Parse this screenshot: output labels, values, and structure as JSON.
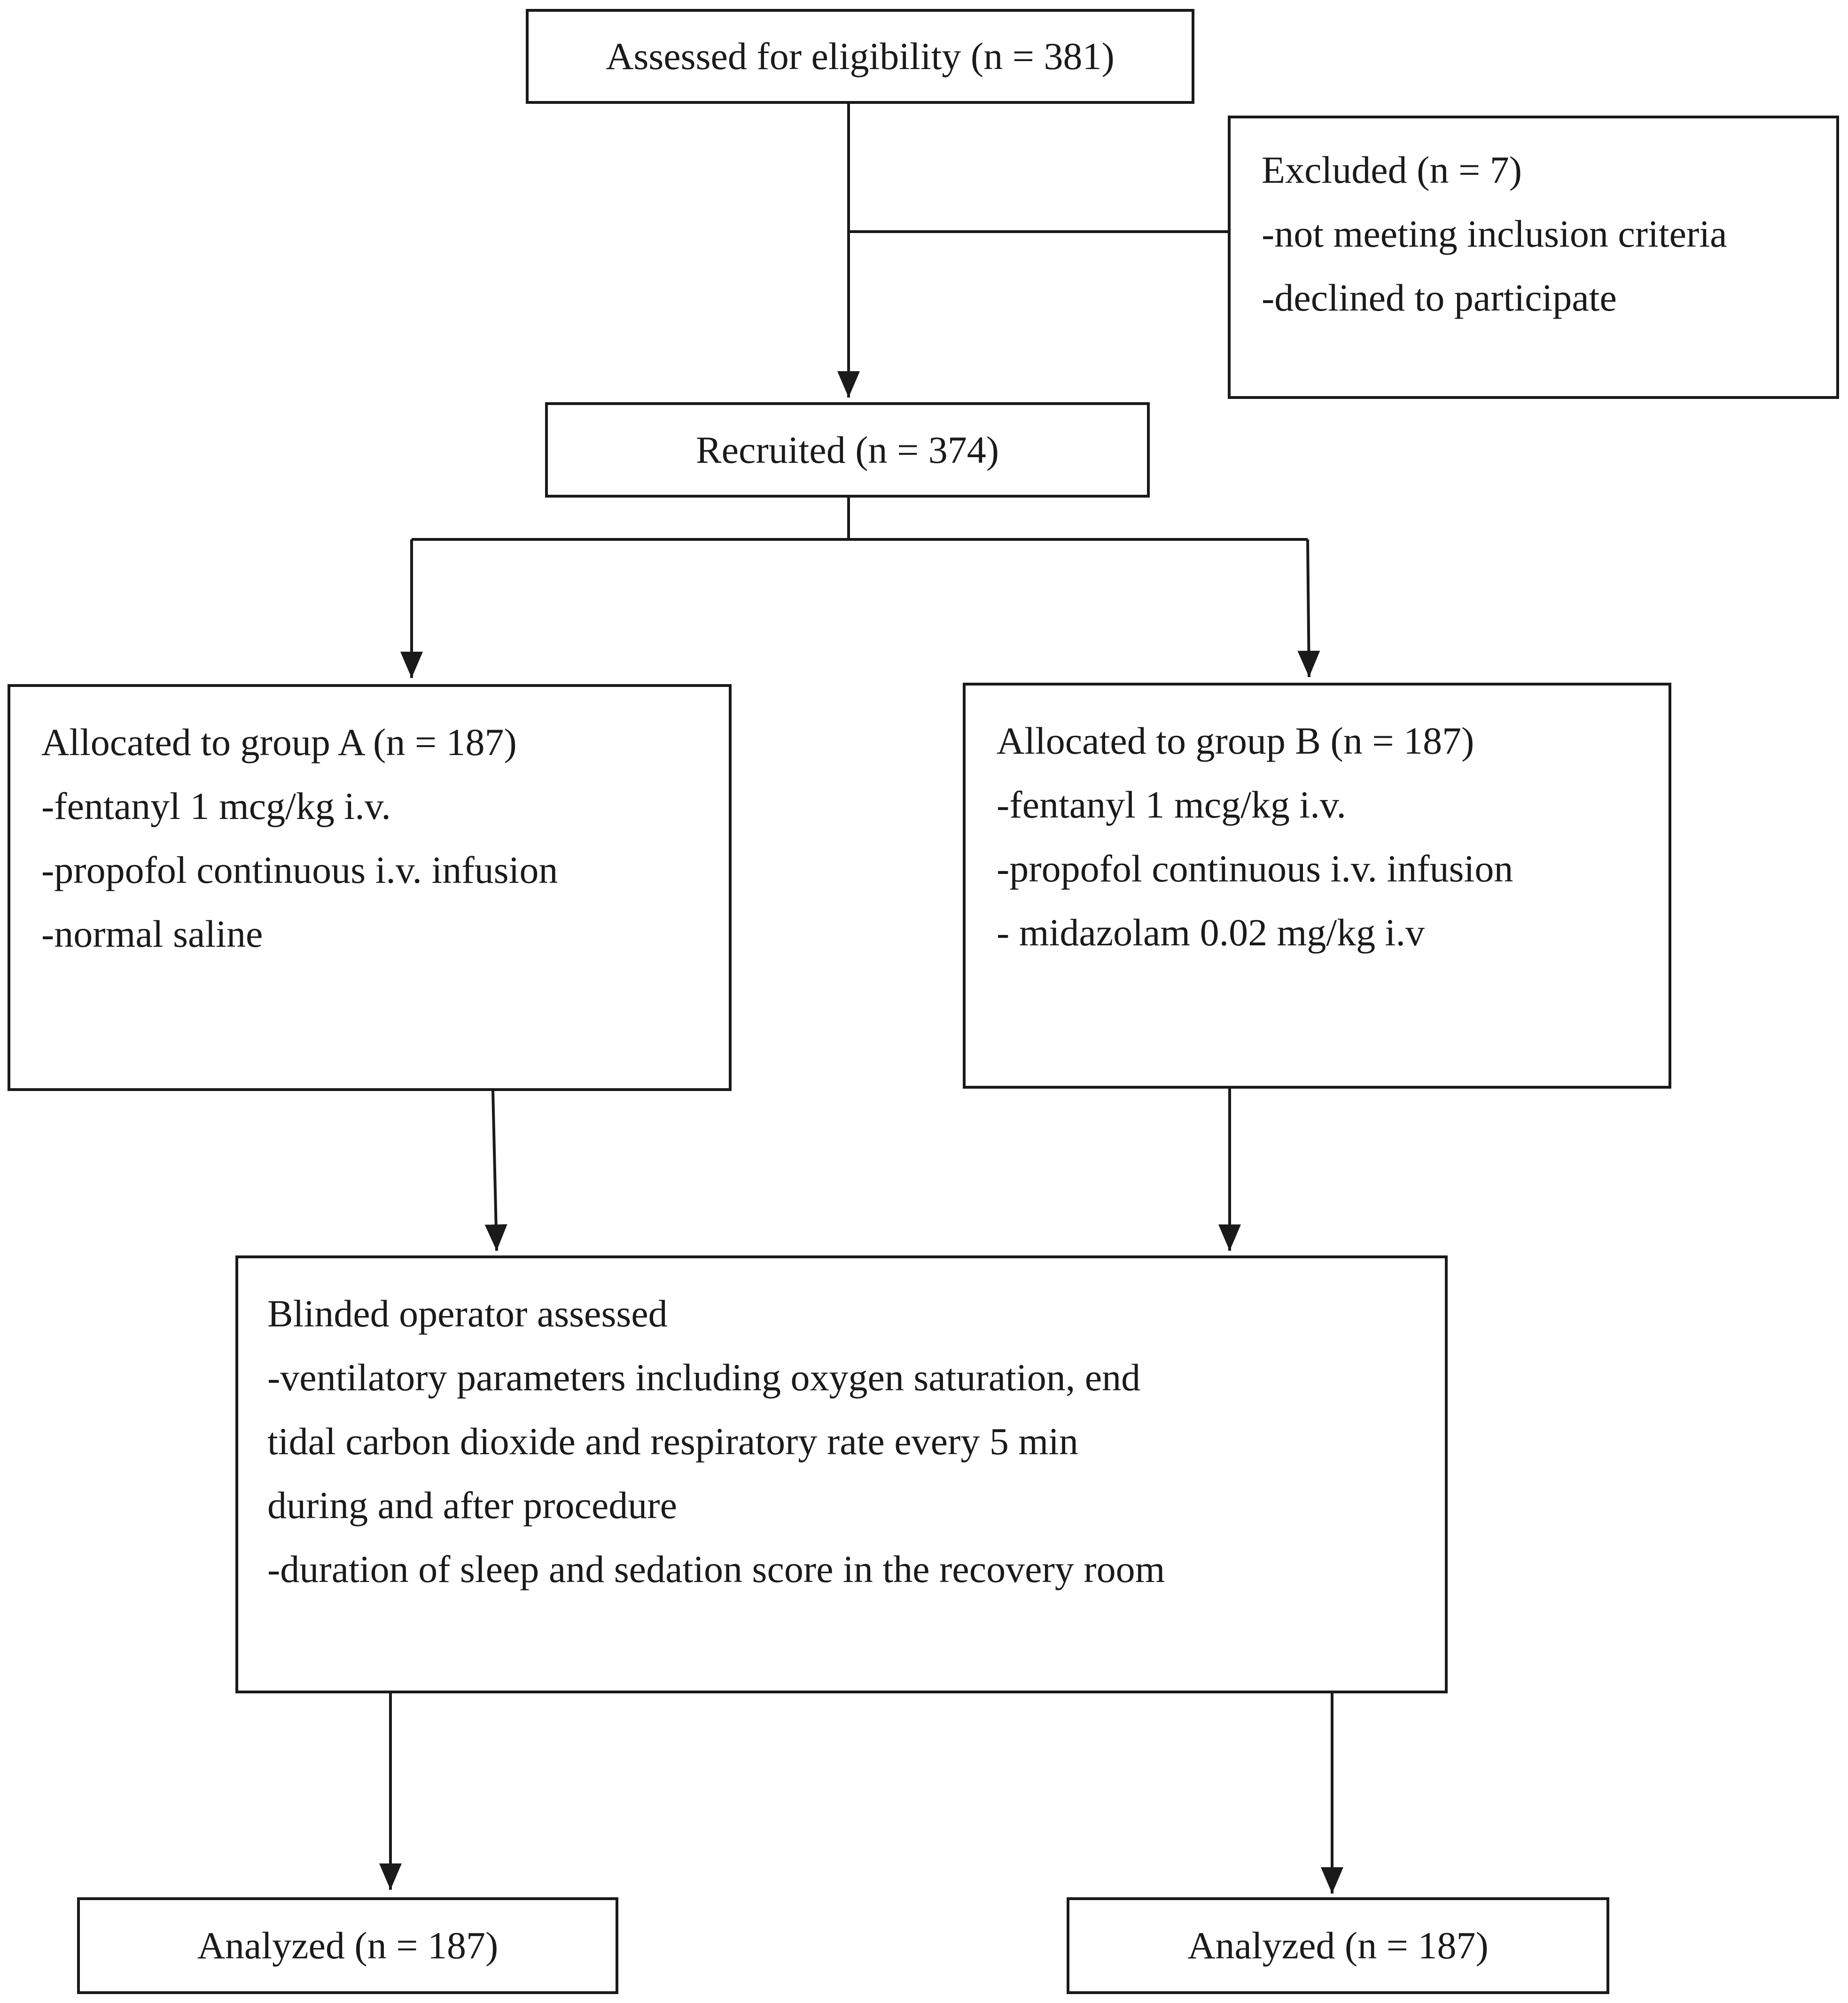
{
  "diagram": {
    "assessed": {
      "label": "Assessed for eligibility (n = 381)"
    },
    "excluded": {
      "lines": [
        "Excluded (n = 7)",
        "-not meeting inclusion criteria",
        "-declined to participate"
      ]
    },
    "recruited": {
      "label": "Recruited (n = 374)"
    },
    "group_a": {
      "lines": [
        "Allocated to group A (n = 187)",
        "-fentanyl 1 mcg/kg i.v.",
        "-propofol continuous i.v. infusion",
        "-normal saline"
      ]
    },
    "group_b": {
      "lines": [
        "Allocated to group B (n = 187)",
        "-fentanyl 1 mcg/kg i.v.",
        "-propofol continuous i.v. infusion",
        "- midazolam 0.02 mg/kg i.v"
      ]
    },
    "blinded": {
      "lines": [
        "Blinded operator assessed",
        "-ventilatory parameters including oxygen saturation, end",
        "tidal carbon dioxide and respiratory rate every 5 min",
        "during and after procedure",
        "-duration of sleep and sedation score in the recovery room"
      ]
    },
    "analyzed_a": {
      "label": "Analyzed (n = 187)"
    },
    "analyzed_b": {
      "label": "Analyzed (n = 187)"
    },
    "line_color": "#1a1a1a"
  }
}
